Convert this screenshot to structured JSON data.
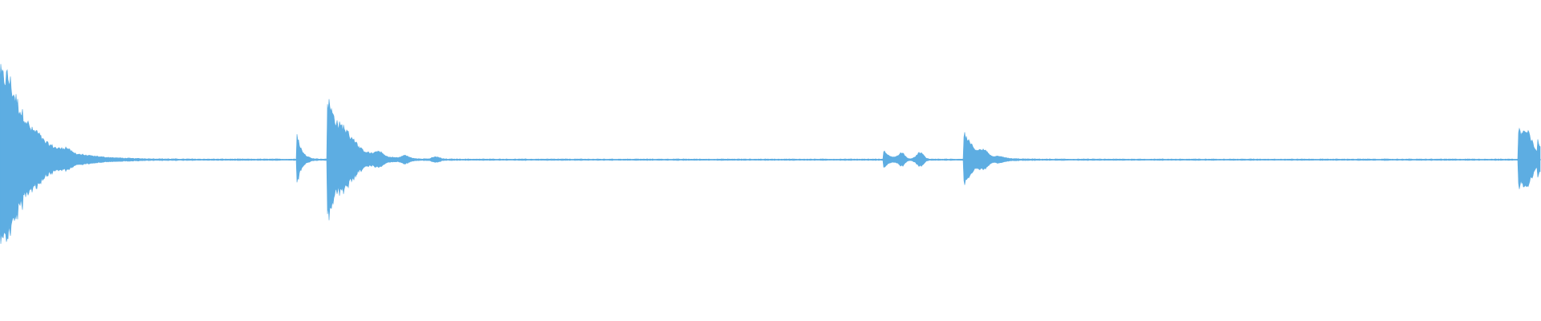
{
  "waveform": {
    "color": "#5dade2",
    "background": "#ffffff",
    "duration_fraction_events": [
      {
        "time": 0.0,
        "peak": 0.6,
        "decay": 0.018,
        "lobes": [
          [
            0.0055,
            0.12
          ],
          [
            0.0105,
            0.07
          ],
          [
            0.016,
            0.045
          ],
          [
            0.024,
            0.03
          ],
          [
            0.043,
            0.025
          ]
        ]
      },
      {
        "time": 0.193,
        "peak": 0.16,
        "decay": 0.003,
        "lobes": []
      },
      {
        "time": 0.213,
        "peak": 0.4,
        "decay": 0.012,
        "lobes": [
          [
            0.0105,
            0.05
          ],
          [
            0.016,
            0.04
          ],
          [
            0.033,
            0.03
          ],
          [
            0.05,
            0.02
          ],
          [
            0.07,
            0.015
          ]
        ]
      },
      {
        "time": 0.574,
        "peak": 0.05,
        "decay": 0.004,
        "lobes": [
          [
            0.011,
            0.04
          ],
          [
            0.023,
            0.045
          ]
        ]
      },
      {
        "time": 0.626,
        "peak": 0.17,
        "decay": 0.008,
        "lobes": [
          [
            0.013,
            0.03
          ],
          [
            0.023,
            0.012
          ]
        ]
      },
      {
        "time": 0.986,
        "peak": 0.2,
        "decay": 0.006,
        "lobes": [
          [
            0.005,
            0.1
          ],
          [
            0.009,
            0.04
          ]
        ]
      },
      {
        "time": 0.998,
        "peak": 0.1,
        "decay": 0.003,
        "lobes": []
      }
    ],
    "noise_floor": 0.004
  }
}
